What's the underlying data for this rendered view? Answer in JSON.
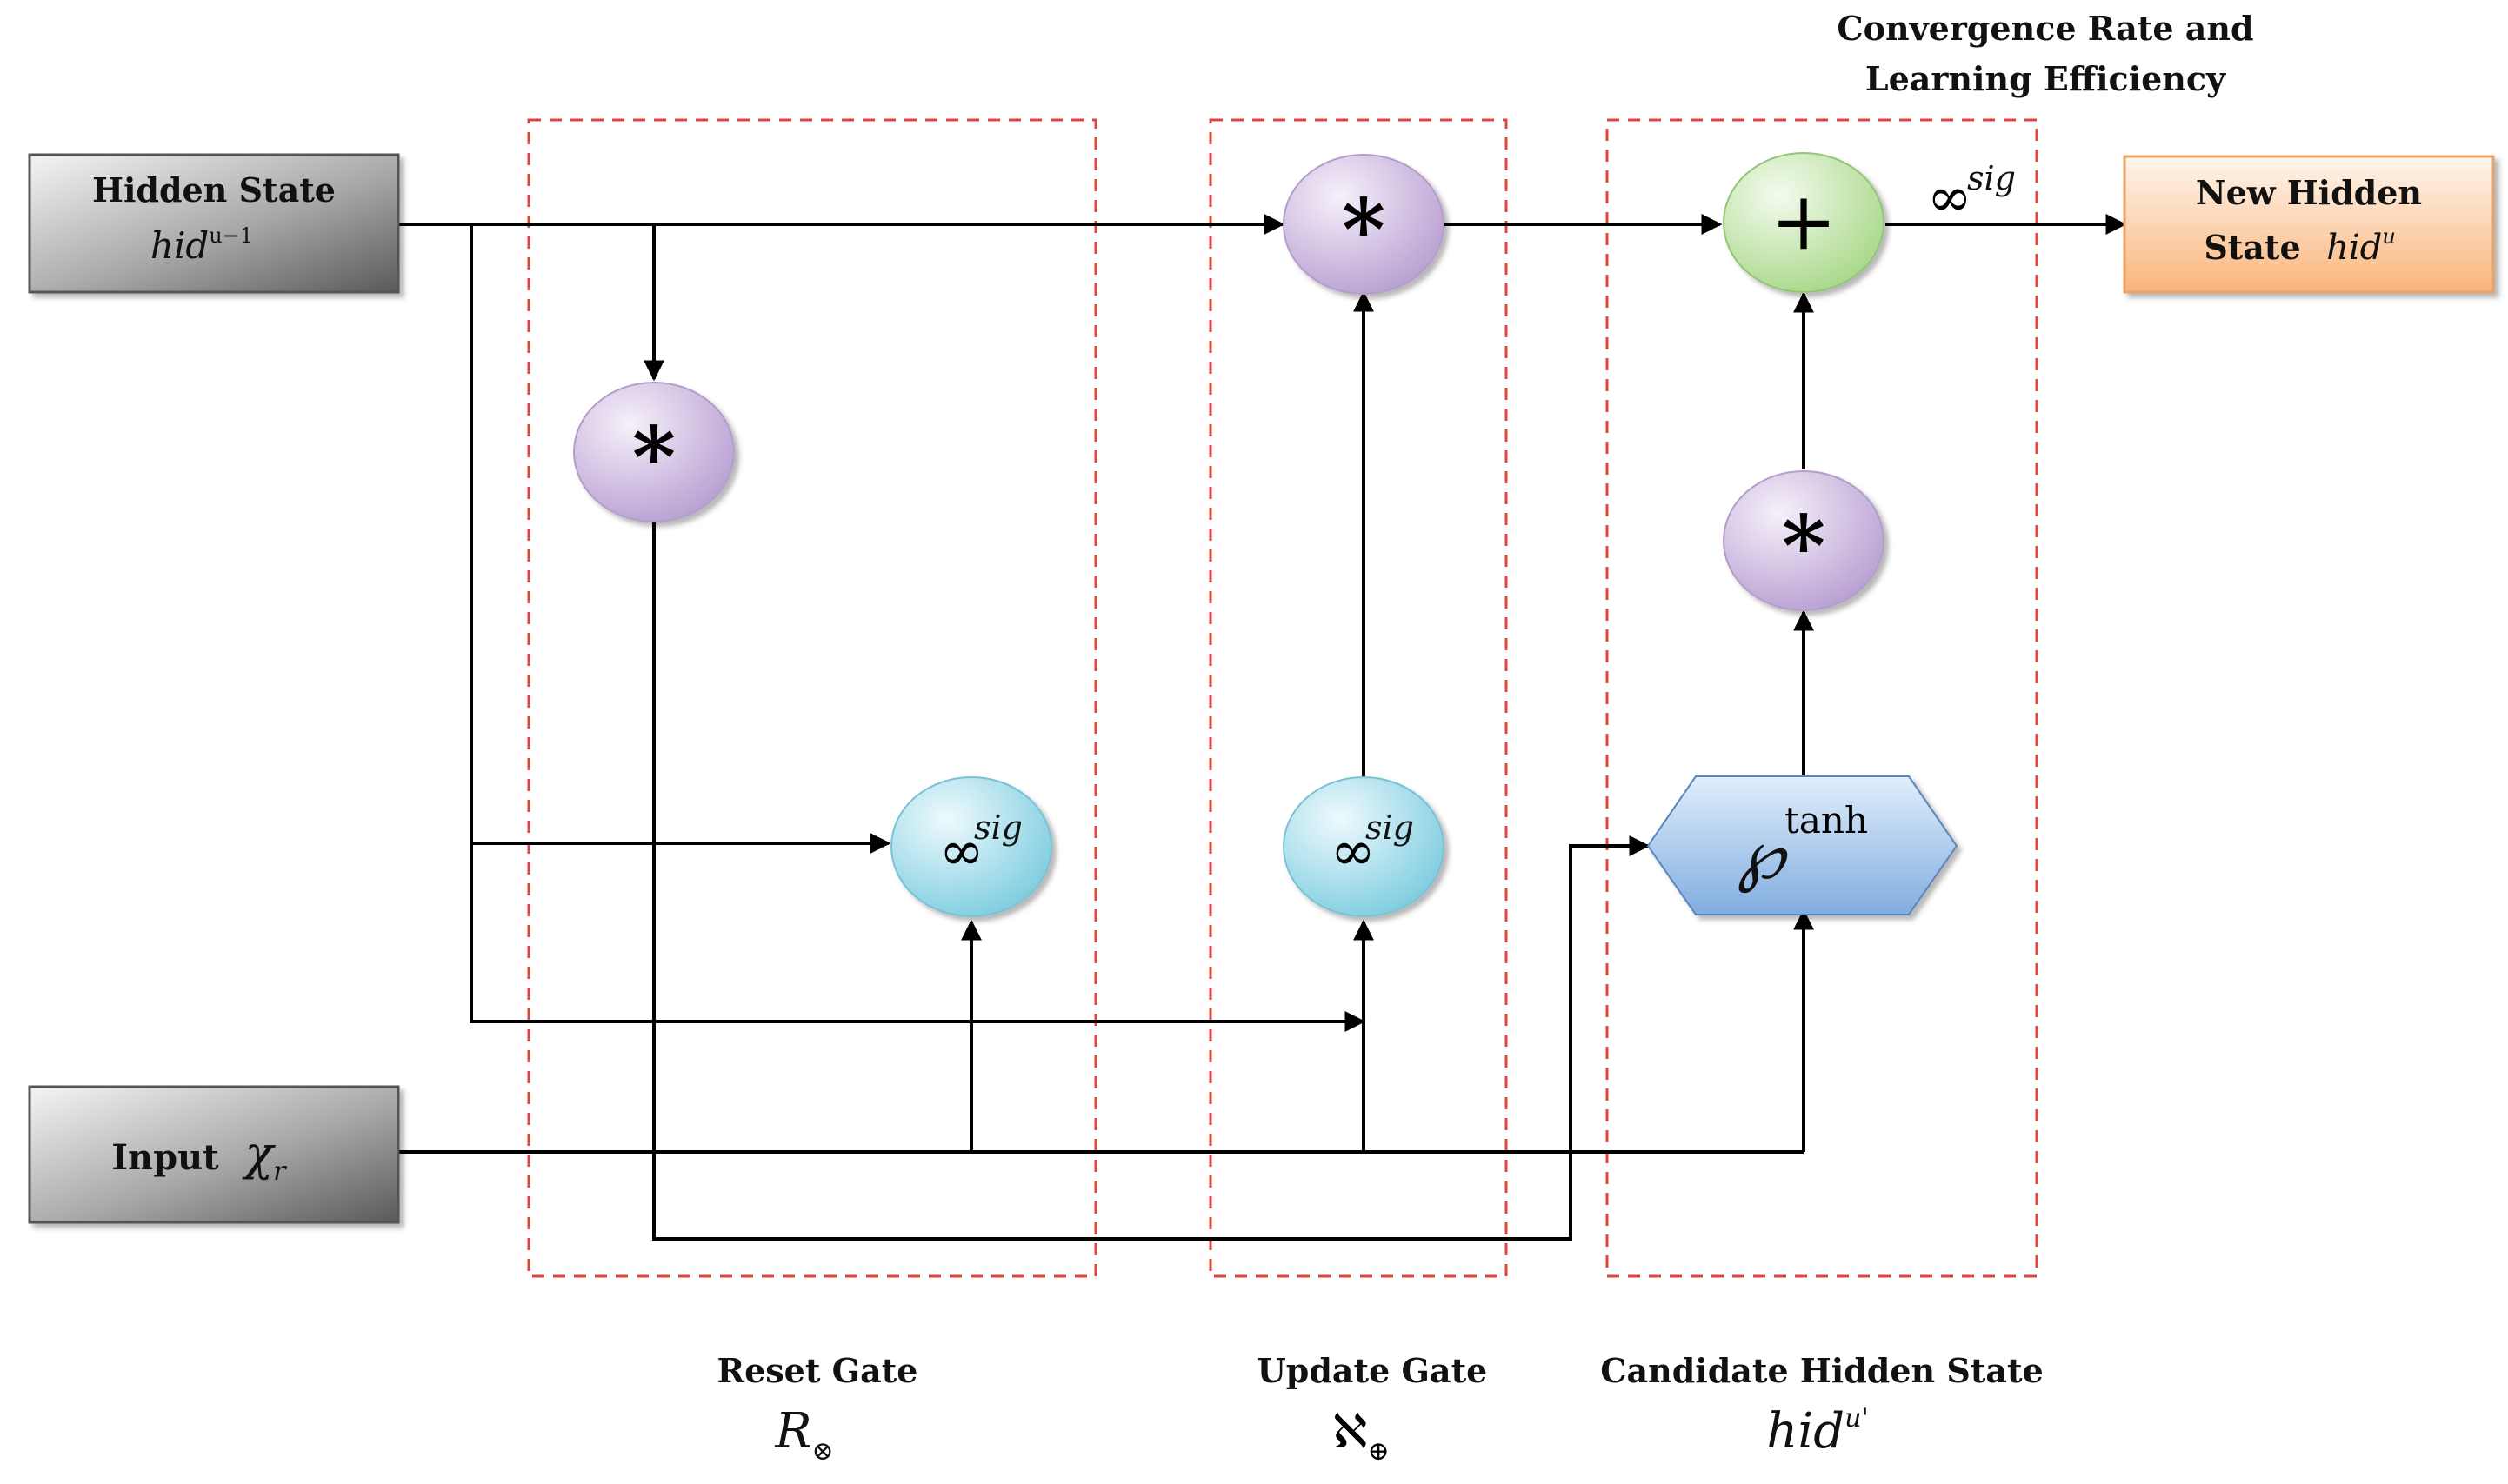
{
  "hidden_state": {
    "title": "Hidden State",
    "symbol": "hid",
    "sup": "u−1"
  },
  "input": {
    "title": "Input",
    "symbol": "χ",
    "sub": "r"
  },
  "new_hidden_state": {
    "line1": "New Hidden",
    "line2": "State",
    "symbol": "hid",
    "sup": "u"
  },
  "top_label": {
    "line1": "Convergence Rate and",
    "line2": "Learning Efficiency"
  },
  "gates": {
    "reset": {
      "name": "Reset Gate",
      "symbol": "R",
      "sub": "⊗"
    },
    "update": {
      "name": "Update Gate",
      "symbol": "ℵ",
      "sub": "⊕"
    },
    "candidate": {
      "name": "Candidate Hidden State",
      "symbol": "hid",
      "sup": "u'"
    }
  },
  "ops": {
    "multiply": "*",
    "add": "+",
    "sigmoid": "∞",
    "sigmoid_sup": "sig",
    "tanh": "℘",
    "tanh_sup": "tanh"
  },
  "colors": {
    "gate_border": "#e0443e",
    "multiply_node": "#d9c7e8",
    "sigmoid_node": "#b3e3ef",
    "add_node": "#cfe9b8",
    "tanh_node": "#a9c8ea",
    "output_box": "#fbc79a",
    "input_box": "#9a9a9a"
  }
}
